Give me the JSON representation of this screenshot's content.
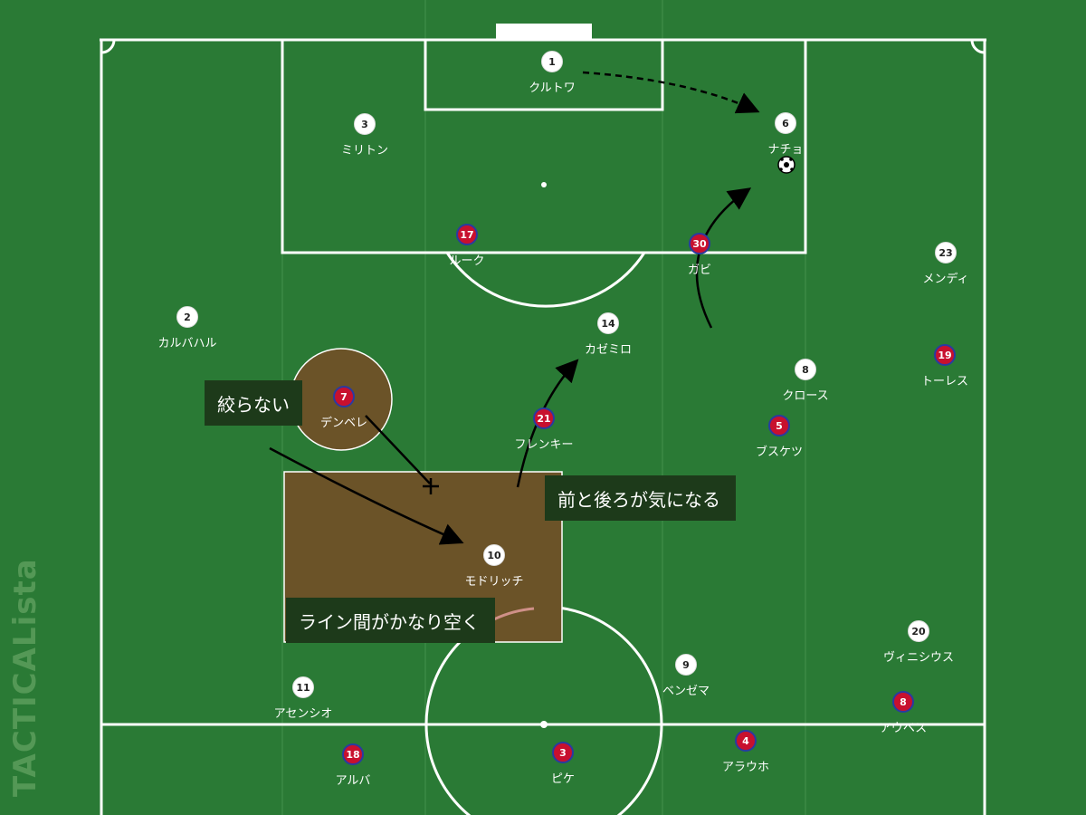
{
  "labels": {
    "no_squeeze": "絞らない",
    "front_back": "前と後ろが気になる",
    "line_gap": "ライン間がかなり空く"
  },
  "watermark": "TACTICALista",
  "colors": {
    "pitch": "#2a7a35",
    "zone": "#6b5328",
    "home": "#ffffff",
    "away": "#c8102e",
    "away_ring": "#2b3aa0"
  },
  "players_white": [
    {
      "num": "1",
      "name": "クルトワ"
    },
    {
      "num": "3",
      "name": "ミリトン"
    },
    {
      "num": "6",
      "name": "ナチョ"
    },
    {
      "num": "23",
      "name": "メンディ"
    },
    {
      "num": "2",
      "name": "カルバハル"
    },
    {
      "num": "14",
      "name": "カゼミロ"
    },
    {
      "num": "8",
      "name": "クロース"
    },
    {
      "num": "10",
      "name": "モドリッチ"
    },
    {
      "num": "20",
      "name": "ヴィニシウス"
    },
    {
      "num": "9",
      "name": "ベンゼマ"
    },
    {
      "num": "11",
      "name": "アセンシオ"
    }
  ],
  "players_red": [
    {
      "num": "17",
      "name": "ルーク"
    },
    {
      "num": "30",
      "name": "ガビ"
    },
    {
      "num": "19",
      "name": "トーレス"
    },
    {
      "num": "7",
      "name": "デンベレ"
    },
    {
      "num": "21",
      "name": "フレンキー"
    },
    {
      "num": "5",
      "name": "ブスケツ"
    },
    {
      "num": "8",
      "name": "アウベス"
    },
    {
      "num": "18",
      "name": "アルバ"
    },
    {
      "num": "3",
      "name": "ピケ"
    },
    {
      "num": "4",
      "name": "アラウホ"
    }
  ]
}
